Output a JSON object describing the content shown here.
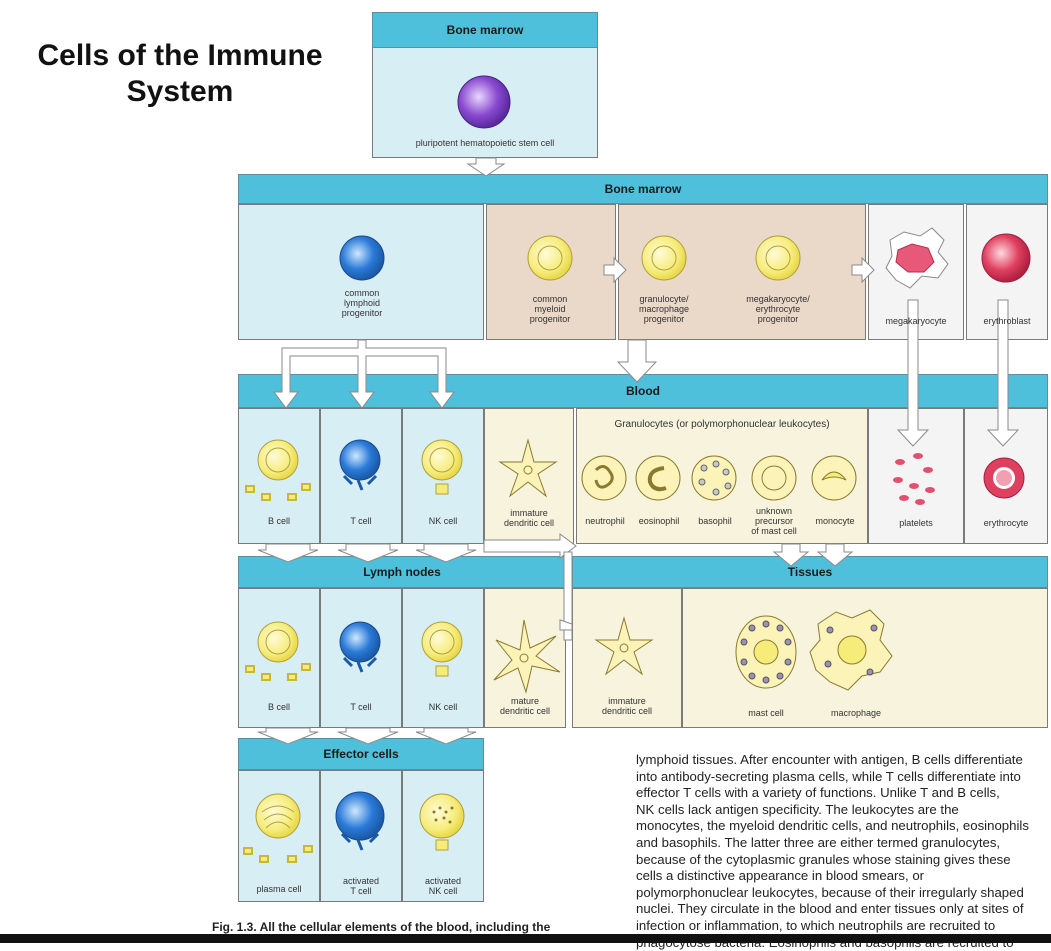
{
  "slide": {
    "title": "Cells of the Immune System"
  },
  "sections": {
    "bone_marrow_top": "Bone marrow",
    "bone_marrow": "Bone marrow",
    "blood": "Blood",
    "lymph_nodes": "Lymph nodes",
    "tissues": "Tissues",
    "effector_cells": "Effector cells",
    "granulocytes_header": "Granulocytes (or polymorphonuclear leukocytes)"
  },
  "cells": {
    "stem": "pluripotent hematopoietic stem cell",
    "clp_1": "common",
    "clp_2": "lymphoid",
    "clp_3": "progenitor",
    "cmp_1": "common",
    "cmp_2": "myeloid",
    "cmp_3": "progenitor",
    "gmp_1": "granulocyte/",
    "gmp_2": "macrophage",
    "gmp_3": "progenitor",
    "mep_1": "megakaryocyte/",
    "mep_2": "erythrocyte",
    "mep_3": "progenitor",
    "megakaryocyte": "megakaryocyte",
    "erythroblast": "erythroblast",
    "b_cell": "B cell",
    "t_cell": "T cell",
    "nk_cell": "NK cell",
    "imm_dc_1": "immature",
    "imm_dc_2": "dendritic cell",
    "neutrophil": "neutrophil",
    "eosinophil": "eosinophil",
    "basophil": "basophil",
    "unknown_1": "unknown",
    "unknown_2": "precursor",
    "unknown_3": "of mast cell",
    "monocyte": "monocyte",
    "platelets": "platelets",
    "erythrocyte": "erythrocyte",
    "ln_b_cell": "B cell",
    "ln_t_cell": "T cell",
    "ln_nk_cell": "NK cell",
    "mat_dc_1": "mature",
    "mat_dc_2": "dendritic cell",
    "t_imm_dc_1": "immature",
    "t_imm_dc_2": "dendritic cell",
    "mast_cell": "mast cell",
    "macrophage": "macrophage",
    "plasma_cell": "plasma cell",
    "act_t_1": "activated",
    "act_t_2": "T cell",
    "act_nk_1": "activated",
    "act_nk_2": "NK cell"
  },
  "body_text": [
    "lymphoid tissues. After encounter with antigen, B cells differentiate",
    "into antibody-secreting plasma cells, while T cells differentiate into",
    "effector T cells with a variety of functions. Unlike T and B cells,",
    "NK cells lack antigen specificity. The leukocytes are the",
    "monocytes, the myeloid dendritic cells, and neutrophils, eosinophils",
    "and basophils. The latter three are either termed granulocytes,",
    "because of the cytoplasmic granules whose staining gives these",
    "cells a distinctive appearance in blood smears, or",
    "polymorphonuclear leukocytes, because of their irregularly shaped",
    "nuclei. They circulate in the blood and enter tissues only at sites of",
    "infection or inflammation, to which neutrophils are recruited to",
    "phagocytose bacteria. Eosinophils and basophils are recruited to"
  ],
  "caption": "Fig. 1.3. All the cellular elements of the blood, including the",
  "colors": {
    "header_bar": "#4fc0dc",
    "lymphoid_panel": "#d8eef5",
    "myeloid_panel": "#ead8c8",
    "blood_panel": "#f7f3dc",
    "light_panel": "#f4f4f4"
  }
}
